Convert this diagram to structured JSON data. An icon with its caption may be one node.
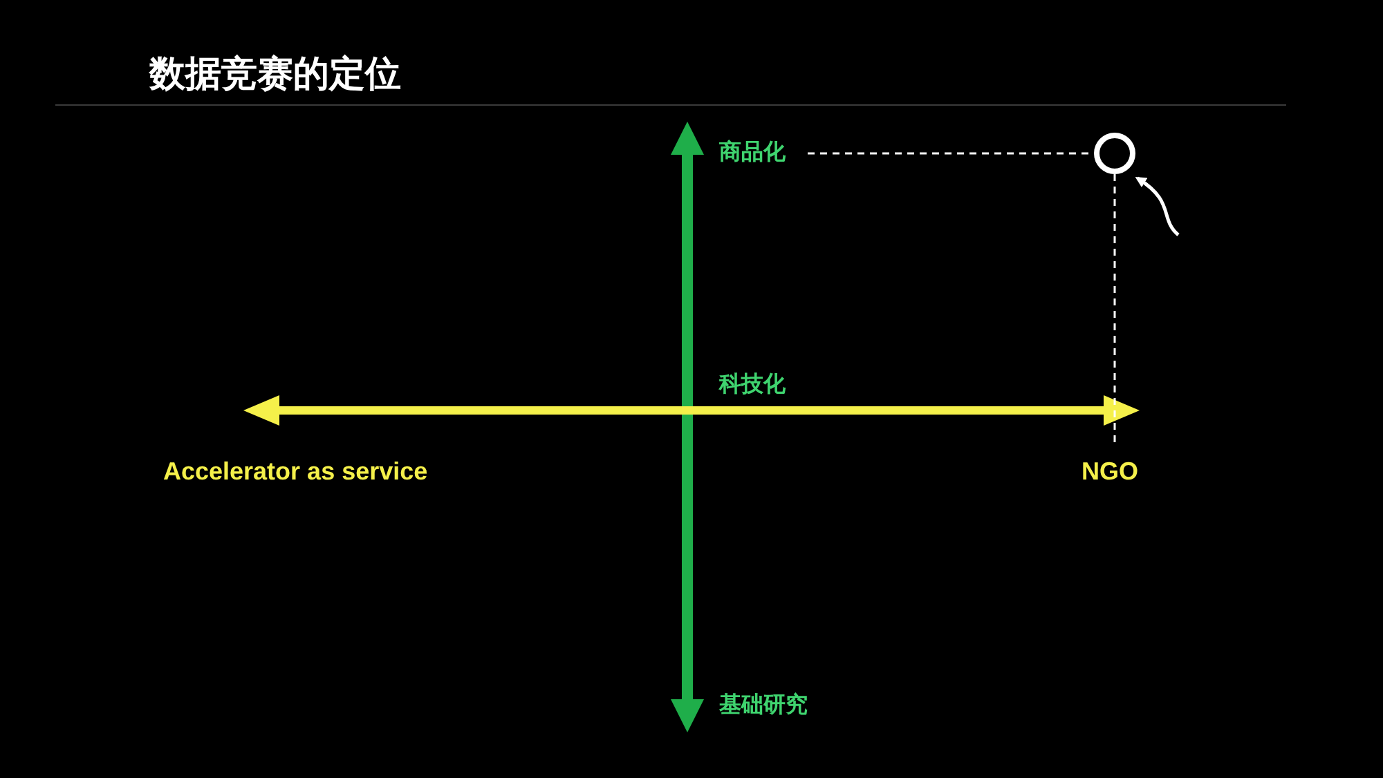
{
  "diagram": {
    "title": "数据竞赛的定位",
    "nodes": [
      {
        "text": [
          "商品化"
        ]
      },
      {
        "text": [],
        "shape": "circle"
      },
      {
        "text": [
          "NGO"
        ]
      }
    ],
    "edges": [
      {
        "from": 0,
        "to": 1,
        "arrow": "none",
        "style": "dashed"
      },
      {
        "from": 1,
        "to": 2,
        "arrow": "none",
        "style": "dashed"
      },
      {
        "from": null,
        "to": 1,
        "arrow": "to"
      }
    ],
    "labels": [
      "科技化",
      "Accelerator as service",
      "基础研究"
    ]
  }
}
